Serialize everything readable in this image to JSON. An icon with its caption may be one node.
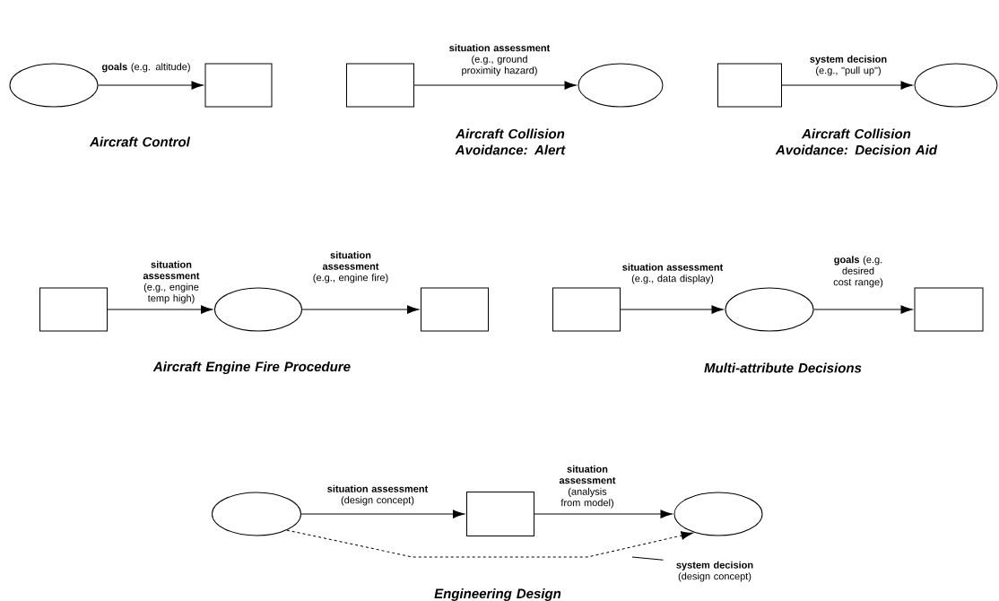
{
  "diagram": {
    "nodes": [
      {
        "text": [],
        "shape": "ellipse"
      },
      {
        "text": [],
        "shape": "box"
      },
      {
        "text": [],
        "shape": "box"
      },
      {
        "text": [],
        "shape": "ellipse"
      },
      {
        "text": [],
        "shape": "box"
      },
      {
        "text": [],
        "shape": "ellipse"
      },
      {
        "text": [],
        "shape": "box"
      },
      {
        "text": [],
        "shape": "ellipse"
      },
      {
        "text": [],
        "shape": "box"
      },
      {
        "text": [],
        "shape": "box"
      },
      {
        "text": [],
        "shape": "ellipse"
      },
      {
        "text": [],
        "shape": "box"
      },
      {
        "text": [],
        "shape": "ellipse"
      },
      {
        "text": [],
        "shape": "box"
      },
      {
        "text": [],
        "shape": "ellipse"
      },
      {
        "text": [
          "**system decision** (design concept)"
        ]
      }
    ],
    "edges": [
      {
        "from": 0,
        "to": 1,
        "arrow": "to",
        "label": "**goals** (e.g. altitude)"
      },
      {
        "from": 2,
        "to": 3,
        "arrow": "to",
        "label": "**situation assessment** (e.g., ground proximity hazard)"
      },
      {
        "from": 4,
        "to": 5,
        "arrow": "to",
        "label": "**system decision** (e.g., \"pull up\")"
      },
      {
        "from": 6,
        "to": 7,
        "arrow": "to",
        "label": "**situation assessment** (e.g., engine temp high)"
      },
      {
        "from": 7,
        "to": 8,
        "arrow": "to",
        "label": "**situation assessment** (e.g., engine fire)"
      },
      {
        "from": 9,
        "to": 10,
        "arrow": "to",
        "label": "**situation assessment** (e.g., data display)"
      },
      {
        "from": 10,
        "to": 11,
        "arrow": "to",
        "label": "**goals** (e.g. desired cost range)"
      },
      {
        "from": 12,
        "to": 13,
        "arrow": "to",
        "label": "**situation assessment** (design concept)"
      },
      {
        "from": 13,
        "to": 14,
        "arrow": "to",
        "label": "**situation assessment** (analysis from model)"
      },
      {
        "from": 12,
        "to": 14,
        "arrow": "to",
        "style": "dashed"
      },
      {
        "from": 15,
        "to": null,
        "arrow": "none"
      }
    ],
    "labels": [
      "Aircraft Control",
      "Aircraft Collision Avoidance: Alert",
      "Aircraft Collision Avoidance: Decision Aid",
      "Aircraft Engine Fire Procedure",
      "Multi-attribute Decisions",
      "Engineering Design"
    ]
  }
}
